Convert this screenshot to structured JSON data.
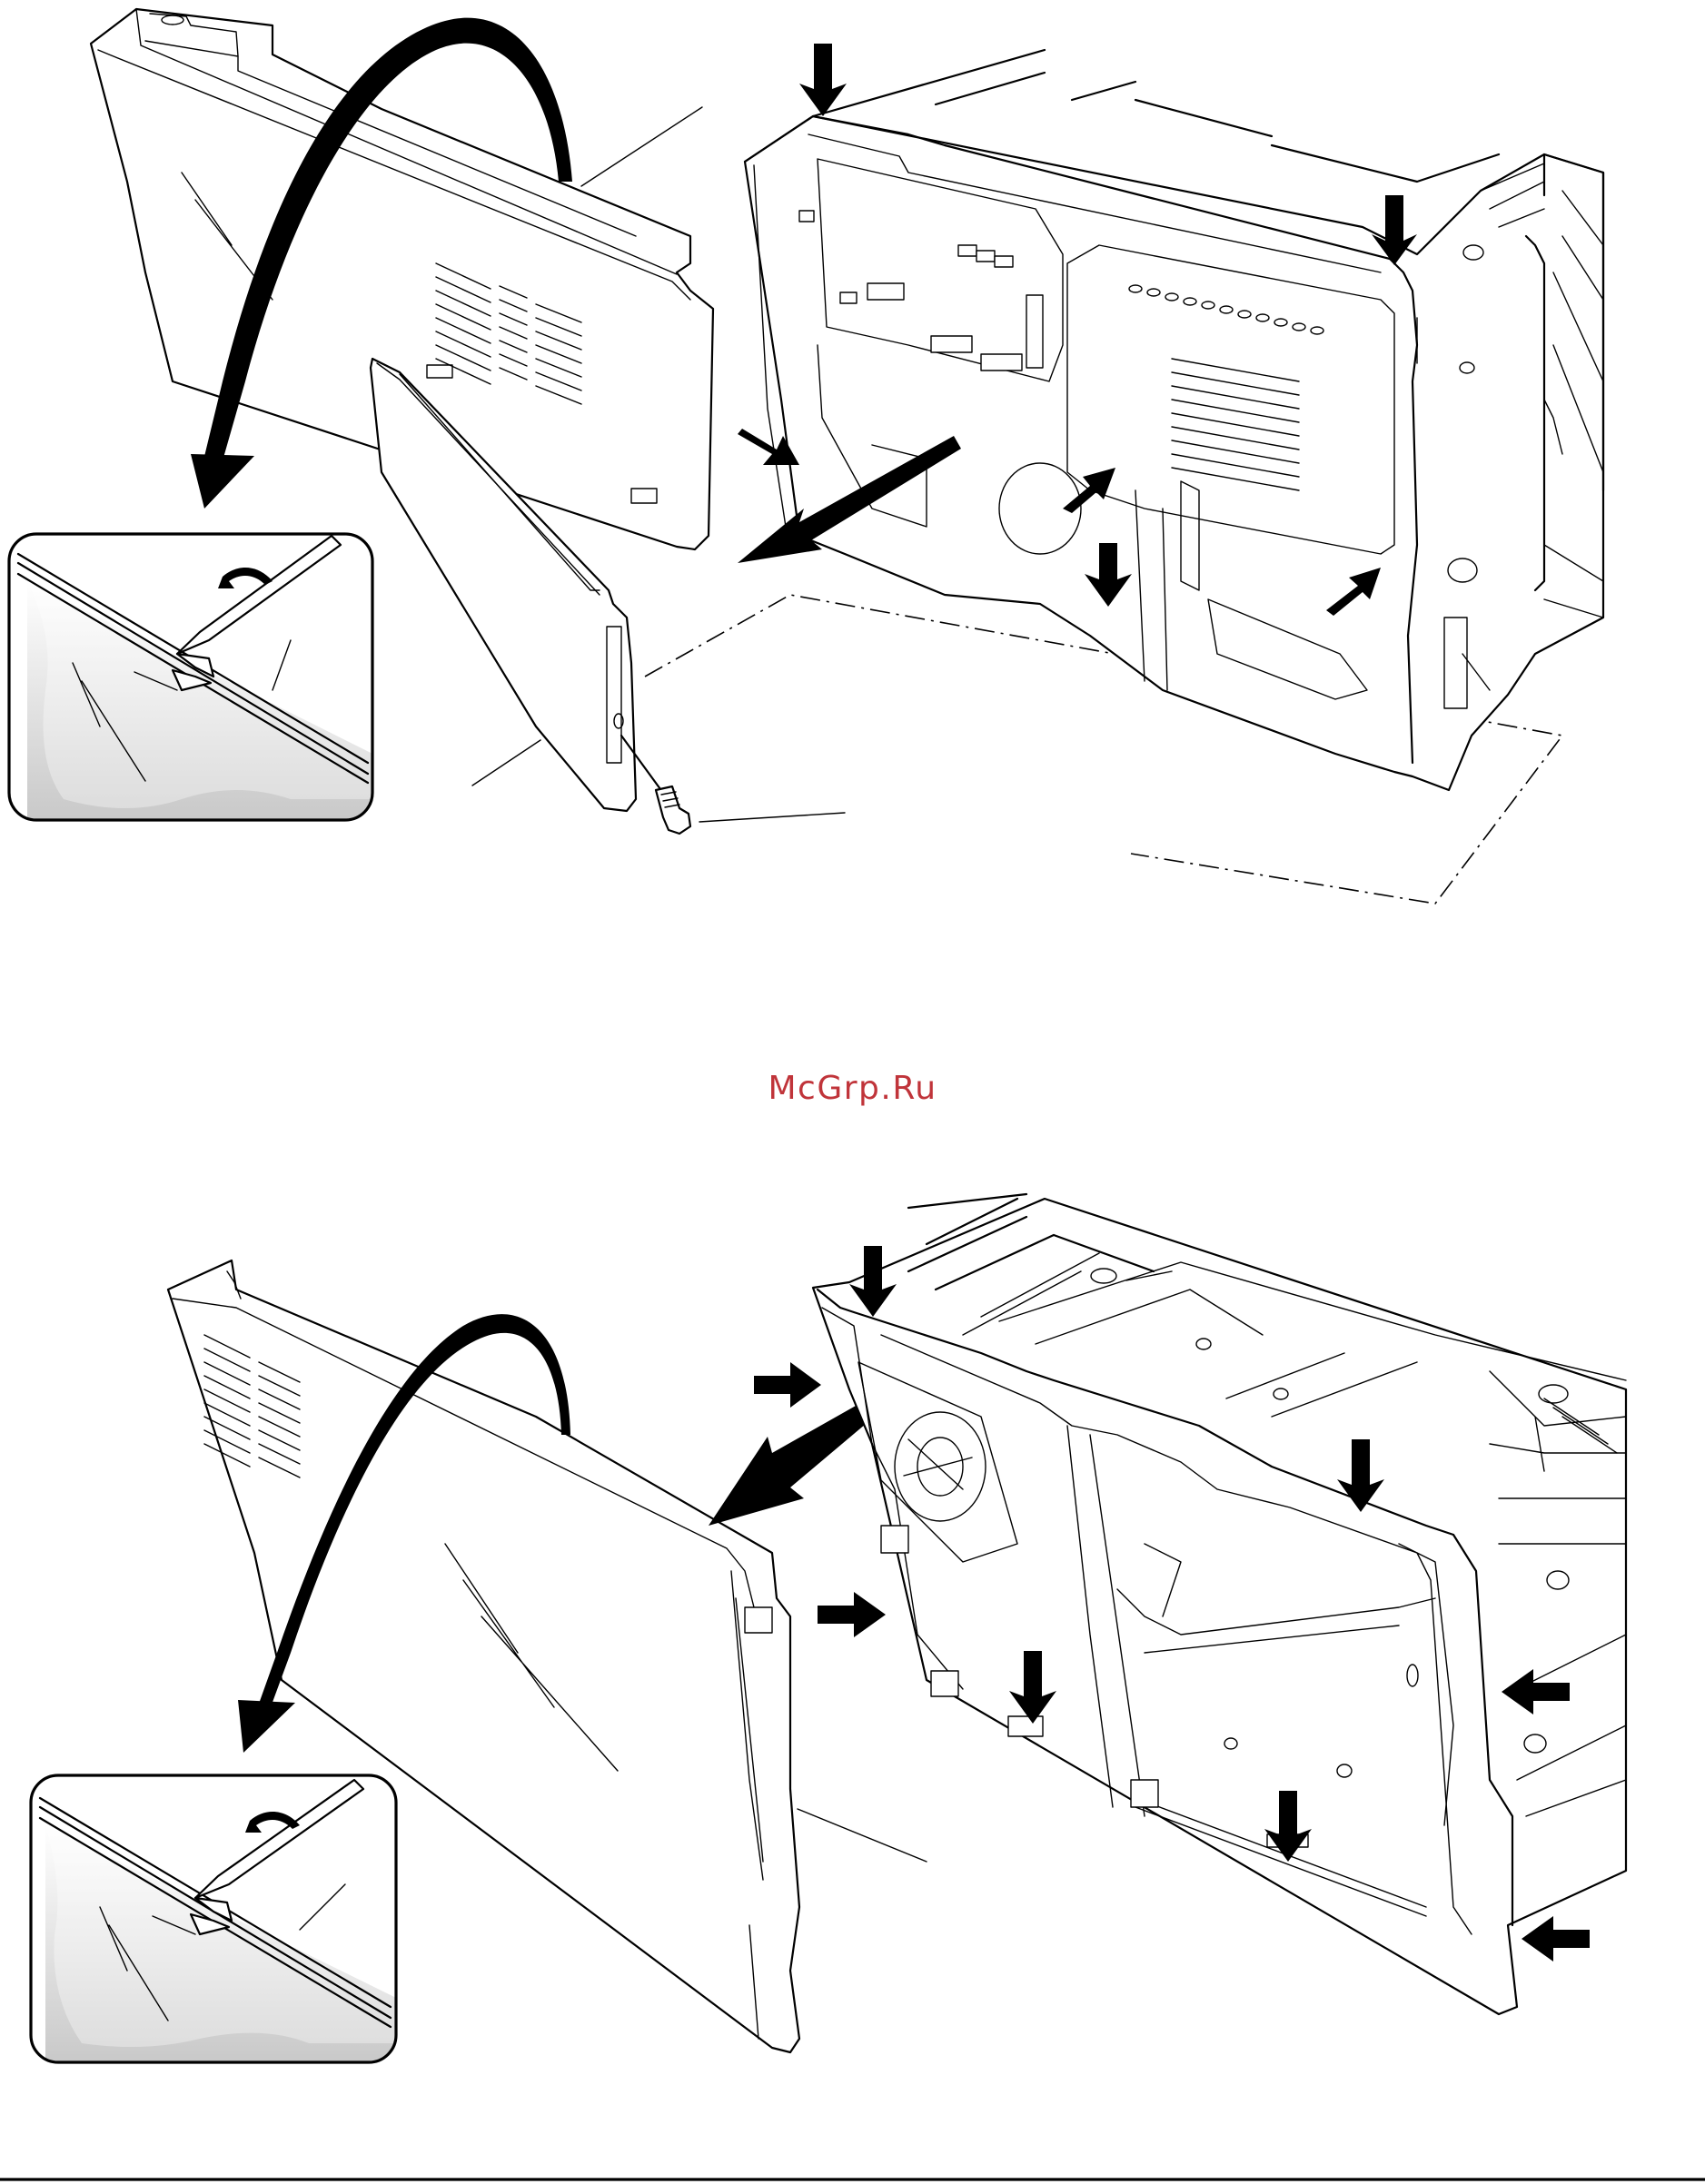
{
  "watermark": {
    "text": "McGrp.Ru",
    "color": "#c0343a"
  },
  "figures": [
    {
      "id": "upper",
      "arrow_count": 6,
      "callout_count": 3,
      "inset": true
    },
    {
      "id": "lower",
      "arrow_count": 7,
      "callout_count": 1,
      "inset": true
    }
  ],
  "icons": [
    "push-arrow-icon",
    "removal-arrow-icon",
    "curved-arrow-icon",
    "pry-tool-icon",
    "screw-icon"
  ]
}
